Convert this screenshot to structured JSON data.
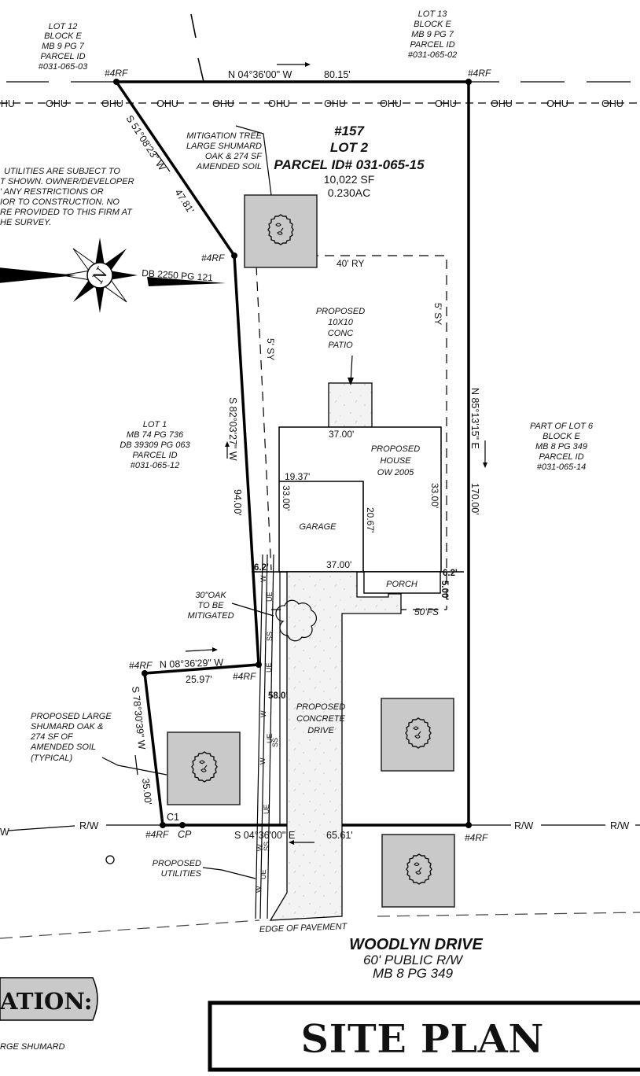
{
  "title_block": {
    "title": "SITE PLAN",
    "legend_header_partial": "ATION:",
    "legend_line_partial": "RGE SHUMARD"
  },
  "subject_lot": {
    "house_number": "#157",
    "lot": "LOT 2",
    "parcel_id": "PARCEL ID# 031-065-15",
    "area_sf": "10,022 SF",
    "area_ac": "0.230AC"
  },
  "adjacent_lots": {
    "lot12": [
      "LOT 12",
      "BLOCK E",
      "MB 9 PG 7",
      "PARCEL ID",
      "#031-065-03"
    ],
    "lot13": [
      "LOT 13",
      "BLOCK E",
      "MB 9 PG 7",
      "PARCEL ID",
      "#031-065-02"
    ],
    "lot1": [
      "LOT 1",
      "MB 74 PG 736",
      "DB 39309 PG 063",
      "PARCEL ID",
      "#031-065-12"
    ],
    "lot6": [
      "PART OF LOT 6",
      "BLOCK E",
      "MB 8 PG 349",
      "PARCEL ID",
      "#031-065-14"
    ]
  },
  "boundary_calls": {
    "north": "N 04°36'00\" W",
    "north_dist": "80.15'",
    "nw_diag": "S 51°08'23\" W",
    "nw_diag_dist": "47.81'",
    "west": "S 82°03'27\" W",
    "west_dist": "94.00'",
    "east": "N 85°13'15\" E",
    "east_dist": "170.00'",
    "jog": "N 08°36'29\" W",
    "jog_dist": "25.97'",
    "sw": "S 78°30'39\" W",
    "sw_dist": "35.00'",
    "south": "S 04°36'00\" E",
    "south_dist": "65.61'"
  },
  "monuments": {
    "rebar": "#4RF",
    "curve": "C1",
    "cp": "CP"
  },
  "utility_labels": {
    "ohu": "OHU",
    "rw": "R/W",
    "w": "W",
    "ue": "UE",
    "ss": "SS"
  },
  "deed_ref": "DB 2250 PG 121",
  "notes": {
    "utility_note": [
      "UTILITIES ARE SUBJECT TO",
      "T SHOWN. OWNER/DEVELOPER",
      "' ANY RESTRICTIONS OR",
      "IOR TO CONSTRUCTION. NO",
      "RE PROVIDED TO THIS FIRM AT",
      "HE SURVEY."
    ],
    "mitigation_tree": [
      "MITIGATION TREE",
      "LARGE SHUMARD",
      "OAK & 274 SF",
      "AMENDED SOIL"
    ],
    "oak_mitigated": [
      "30\"OAK",
      "TO BE",
      "MITIGATED"
    ],
    "proposed_oak": [
      "PROPOSED LARGE",
      "SHUMARD OAK &",
      "274 SF OF",
      "AMENDED SOIL",
      "(TYPICAL)"
    ],
    "proposed_utilities": [
      "PROPOSED",
      "UTILITIES"
    ],
    "edge_of_pavement": "EDGE OF PAVEMENT"
  },
  "setbacks": {
    "rear": "40' RY",
    "side_left": "5' SY",
    "side_right": "5' SY",
    "front": "50'FS"
  },
  "structures": {
    "patio": [
      "PROPOSED",
      "10X10",
      "CONC",
      "PATIO"
    ],
    "house": [
      "PROPOSED",
      "HOUSE",
      "OW 2005"
    ],
    "garage": "GARAGE",
    "porch": "PORCH",
    "drive": [
      "PROPOSED",
      "CONCRETE",
      "DRIVE"
    ]
  },
  "dimensions": {
    "house_top": "37.00'",
    "house_bottom": "37.00'",
    "garage_top": "19.37'",
    "garage_side": "33.00'",
    "house_right": "33.00'",
    "garage_inner": "20.67'",
    "offset_left": "6.2'",
    "offset_right": "6.2'",
    "porch_depth": "5.00'",
    "drive_len": "58.0'"
  },
  "street": {
    "name": "WOODLYN DRIVE",
    "row": "60' PUBLIC R/W",
    "ref": "MB 8 PG 349"
  },
  "compass": {
    "letter": "N"
  }
}
